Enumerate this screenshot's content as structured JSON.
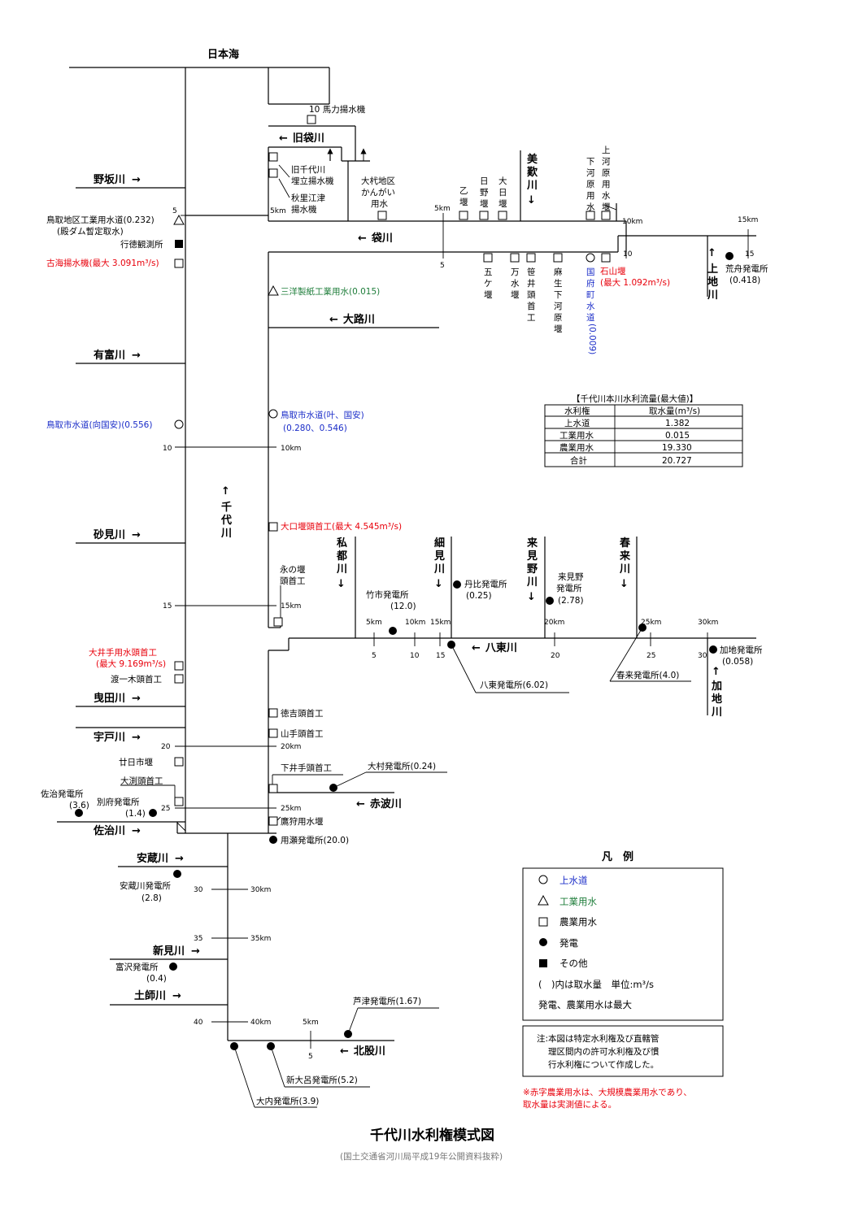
{
  "title": "千代川水利権模式図",
  "source": "(国土交通省河川局平成19年公開資料抜粋)",
  "sea": "日本海",
  "rivers": {
    "nosaka": "野坂川",
    "arito": "有富川",
    "sunami": "砂見川",
    "eida": "曳田川",
    "udo": "宇戸川",
    "saji": "佐治川",
    "ankura": "安蔵川",
    "shinmi": "新見川",
    "hashi": "土師川",
    "kita": "北股川",
    "akanami": "赤波川",
    "hattou": "八東川",
    "oro": "大路川",
    "fukuro": "袋川",
    "kyufukuro": "旧袋川",
    "mitsuko": "美歎川",
    "shitsu": "私都川",
    "hosomi": "細見川",
    "kurumino": "来見野川",
    "haruki": "春来川",
    "kaji": "加地川",
    "kamiji": "上地川",
    "chizu": "千代川"
  },
  "km": {
    "k5": "5",
    "k10": "10",
    "k15": "15",
    "k20": "20",
    "k25": "25",
    "k30": "30",
    "k35": "35",
    "k40": "40",
    "k5km": "5km",
    "k10km": "10km",
    "k15km": "15km",
    "k20km": "20km",
    "k25km": "25km",
    "k30km": "30km",
    "k35km": "35km",
    "k40km": "40km"
  },
  "facilities": {
    "bariki": "10 馬力揚水機",
    "kyuchizu": "旧千代川",
    "kyuchizu2": "埋立揚水機",
    "akisato": "秋里江津",
    "akisato2": "揚水機",
    "omura1": "大杙地区",
    "omura2": "かんがい",
    "omura3": "用水",
    "otsu": "乙堰",
    "hino": "日野堰",
    "ohi": "大日堰",
    "shimogawara": "下河原用水",
    "kamigawara": "上河原用水堰",
    "goka": "五ケ堰",
    "mansui": "万水堰",
    "sasai": "笹井頭首工",
    "asou": "麻生下河原堰",
    "kokufu": "国府町水道",
    "kokufu_v": "(0.009)",
    "ishiyama": "石山堰",
    "ishiyama_v": "(最大 1.092m³/s)",
    "arafune": "荒舟発電所",
    "arafune_v": "(0.418)",
    "tottori_ind": "鳥取地区工業用水道(0.232)",
    "tottori_ind2": "(殿ダム暫定取水)",
    "gyotoku": "行徳観測所",
    "furumi": "古海揚水機(最大 3.091m³/s)",
    "sanyo": "三洋製紙工業用水(0.015)",
    "tottori_w1": "鳥取市水道(向国安)(0.556)",
    "tottori_w2": "鳥取市水道(叶、国安)",
    "tottori_w2v": "(0.280、0.546)",
    "oguchi": "大口堰頭首工(最大 4.545m³/s)",
    "naga1": "永の堰",
    "naga2": "頭首工",
    "takeichi": "竹市発電所",
    "takeichi_v": "(12.0)",
    "tanpi": "丹比発電所",
    "tanpi_v": "(0.25)",
    "kurumino_p1": "来見野",
    "kurumino_p2": "発電所",
    "kurumino_v": "(2.78)",
    "hattou_p": "八東発電所(6.02)",
    "haruki_p": "春来発電所(4.0)",
    "kaji_p": "加地発電所",
    "kaji_v": "(0.058)",
    "oi1": "大井手用水頭首工",
    "oi2": "(最大 9.169m³/s)",
    "watari": "渡一木頭首工",
    "tokuyoshi": "徳吉頭首工",
    "yamate": "山手頭首工",
    "hatsuka": "廿日市堰",
    "shimoide": "下井手頭首工",
    "oobuchi": "大渕頭首工",
    "omura_p": "大村発電所(0.24)",
    "saji_p": "佐治発電所",
    "saji_v": "(3.6)",
    "beppu_p": "別府発電所",
    "beppu_v": "(1.4)",
    "takagari": "鷹狩用水堰",
    "yose": "用瀬発電所(20.0)",
    "ankura_p": "安蔵川発電所",
    "ankura_v": "(2.8)",
    "tomisawa": "富沢発電所",
    "tomisawa_v": "(0.4)",
    "ashizu": "芦津発電所(1.67)",
    "shinoro": "新大呂発電所(5.2)",
    "ouchi": "大内発電所(3.9)"
  },
  "table": {
    "title": "【千代川本川水利流量(最大値)】",
    "headers": [
      "水利権",
      "取水量(m³/s)"
    ],
    "rows": [
      [
        "上水道",
        "1.382"
      ],
      [
        "工業用水",
        "0.015"
      ],
      [
        "農業用水",
        "19.330"
      ],
      [
        "合計",
        "20.727"
      ]
    ]
  },
  "legend": {
    "title": "凡　例",
    "water": "上水道",
    "industry": "工業用水",
    "agri": "農業用水",
    "power": "発電",
    "other": "その他",
    "unit": "(　)内は取水量　単位:m³/s",
    "note": "発電、農業用水は最大"
  },
  "note": {
    "line1": "注:本図は特定水利権及び直轄管",
    "line2": "理区間内の許可水利権及び慣",
    "line3": "行水利権について作成した。"
  },
  "red_note": {
    "line1": "※赤字農業用水は、大規模農業用水であり、",
    "line2": "取水量は実測値による。"
  },
  "colors": {
    "red": "#e8000b",
    "blue": "#1a2cc8",
    "green": "#1e7d3a"
  }
}
